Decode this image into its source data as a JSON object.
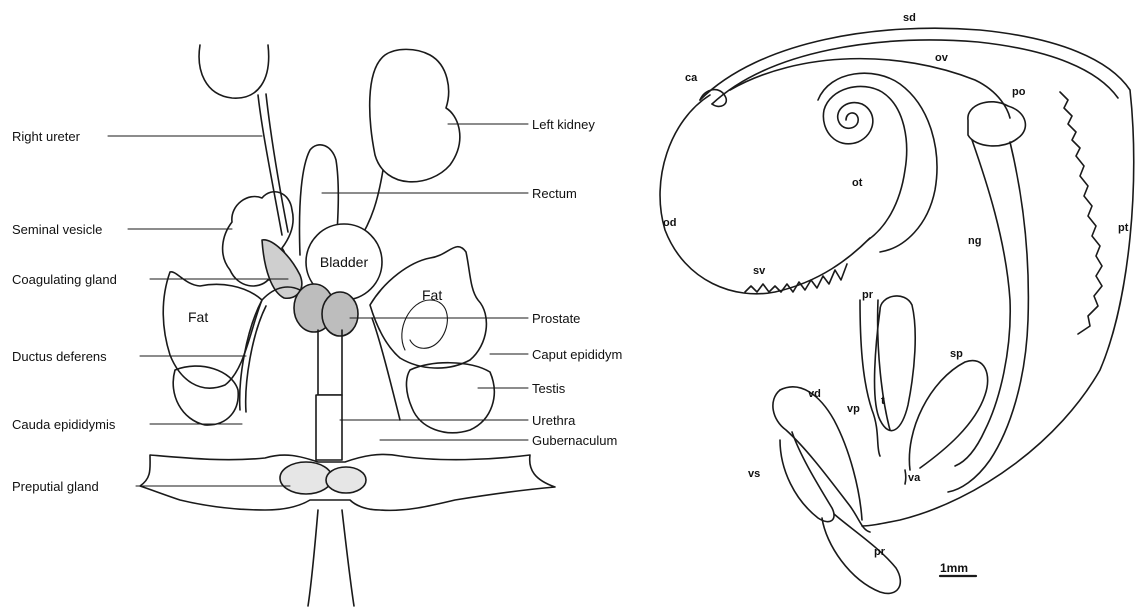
{
  "left_diagram": {
    "labels_left": {
      "right_ureter": "Right ureter",
      "seminal_vesicle": "Seminal vesicle",
      "coagulating_gland": "Coagulating gland",
      "ductus_deferens": "Ductus deferens",
      "cauda_epididymis": "Cauda epididymis",
      "preputial_gland": "Preputial gland"
    },
    "labels_right": {
      "left_kidney": "Left kidney",
      "rectum": "Rectum",
      "prostate": "Prostate",
      "caput_epididym": "Caput epididym",
      "testis": "Testis",
      "urethra": "Urethra",
      "gubernaculum": "Gubernaculum"
    },
    "organ_labels": {
      "bladder": "Bladder",
      "fat_left": "Fat",
      "fat_right": "Fat"
    }
  },
  "right_diagram": {
    "abbreviations": {
      "sd": "sd",
      "ov": "ov",
      "ca": "ca",
      "po": "po",
      "ot": "ot",
      "od": "od",
      "ng": "ng",
      "pt": "pt",
      "sv": "sv",
      "pr_top": "pr",
      "sp": "sp",
      "vd": "vd",
      "vp": "vp",
      "t": "t",
      "vs": "vs",
      "va": "va",
      "pr": "pr"
    },
    "scale_bar": "1mm"
  }
}
